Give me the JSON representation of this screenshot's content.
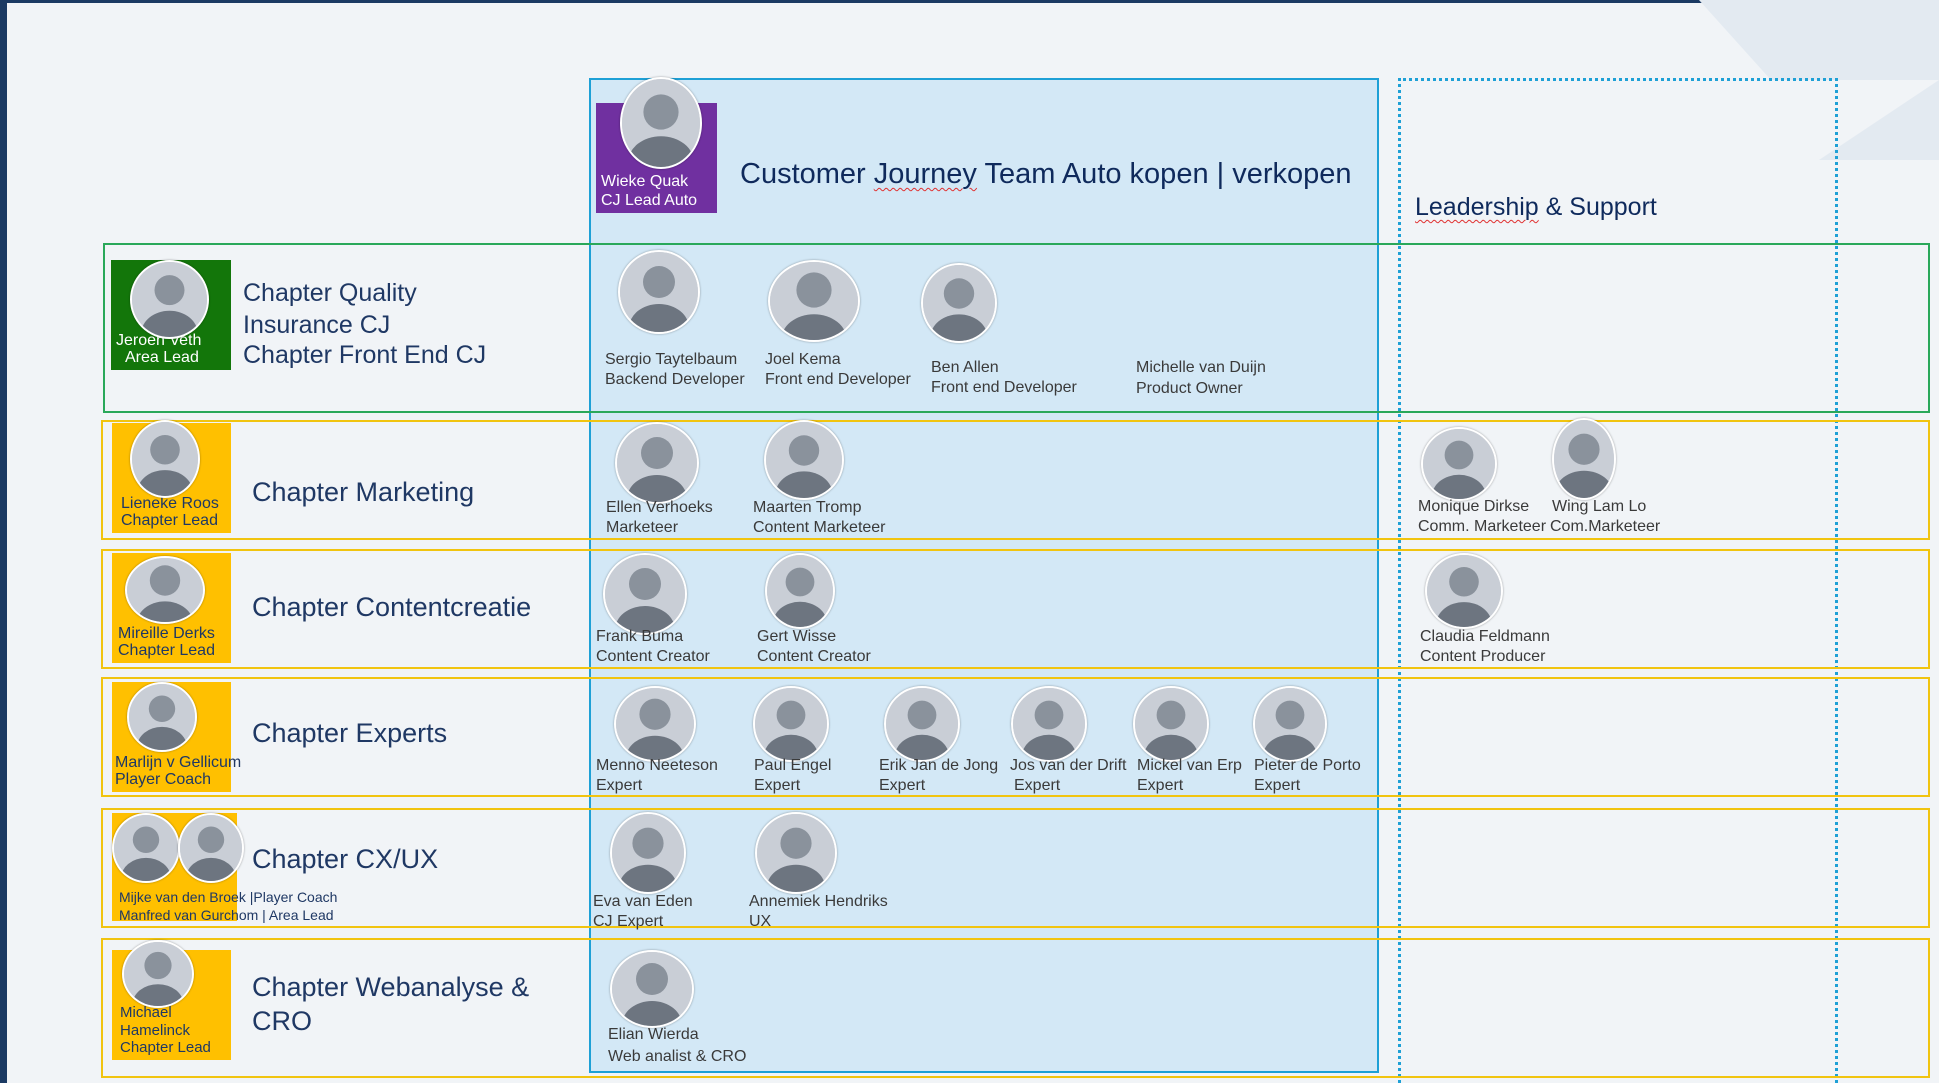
{
  "team": {
    "title_prefix": "Customer ",
    "title_wavy": "Journey",
    "title_suffix": " Team Auto kopen | verkopen",
    "lead_name": "Wieke Quak",
    "lead_role": "CJ Lead Auto"
  },
  "leadership": {
    "title_wavy": "Leadership",
    "title_suffix": " & Support"
  },
  "colors": {
    "team_column_fill": "#d3e8f6",
    "team_column_border": "#1ea0d6",
    "quality_row_border": "#2aa85a",
    "chapter_row_border": "#f1c40f",
    "tile_purple": "#7030a0",
    "tile_green": "#13760a",
    "tile_yellow": "#ffc000"
  },
  "chapters": {
    "quality": {
      "title_line1": "Chapter Quality",
      "title_line2": "Insurance CJ",
      "title_line3": "Chapter Front End CJ",
      "lead_name": "Jeroen Veth",
      "lead_role": "Area Lead",
      "members": [
        {
          "name": "Sergio Taytelbaum",
          "role": "Backend Developer"
        },
        {
          "name": "Joel Kema",
          "role": "Front end Developer"
        },
        {
          "name": "Ben Allen",
          "role": "Front end Developer"
        },
        {
          "name": "Michelle van Duijn",
          "role": "Product Owner"
        }
      ]
    },
    "marketing": {
      "title": "Chapter Marketing",
      "lead_name": "Lieneke Roos",
      "lead_role": "Chapter Lead",
      "members": [
        {
          "name": "Ellen Verhoeks",
          "role": "Marketeer"
        },
        {
          "name": "Maarten Tromp",
          "role": "Content Marketeer"
        }
      ],
      "support": [
        {
          "name": "Monique Dirkse",
          "role": "Comm. Marketeer"
        },
        {
          "name": "Wing Lam Lo",
          "role": "Com.Marketeer"
        }
      ]
    },
    "content": {
      "title": "Chapter Contentcreatie",
      "lead_name": "Mireille Derks",
      "lead_role": "Chapter Lead",
      "members": [
        {
          "name": "Frank Buma",
          "role": "Content Creator"
        },
        {
          "name": "Gert Wisse",
          "role": "Content Creator"
        }
      ],
      "support": [
        {
          "name": "Claudia Feldmann",
          "role": "Content Producer"
        }
      ]
    },
    "experts": {
      "title": "Chapter Experts",
      "lead_name": "Marlijn v Gellicum",
      "lead_role": "Player Coach",
      "members": [
        {
          "name": "Menno Neeteson",
          "role": "Expert"
        },
        {
          "name": "Paul Engel",
          "role": "Expert"
        },
        {
          "name": "Erik Jan de Jong",
          "role": "Expert"
        },
        {
          "name": "Jos van der Drift",
          "role": "Expert"
        },
        {
          "name": "Mickel van Erp",
          "role": "Expert"
        },
        {
          "name": "Pieter de Porto",
          "role": "Expert"
        }
      ]
    },
    "cxux": {
      "title": "Chapter CX/UX",
      "lead1": "Mijke van den Broek |Player Coach",
      "lead2": "Manfred van Gurchom | Area Lead",
      "members": [
        {
          "name": "Eva van Eden",
          "role": "CJ Expert"
        },
        {
          "name": "Annemiek Hendriks",
          "role": "UX"
        }
      ]
    },
    "webanalyse": {
      "title_line1": "Chapter Webanalyse &",
      "title_line2": "CRO",
      "lead_line1": "Michael",
      "lead_line2": "Hamelinck",
      "lead_line3": "Chapter Lead",
      "members": [
        {
          "name": "Elian Wierda",
          "role": "Web analist & CRO"
        }
      ]
    }
  }
}
